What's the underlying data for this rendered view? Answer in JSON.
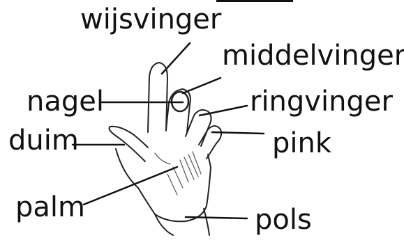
{
  "labels": {
    "wijsvinger": "wijsvinger",
    "middelvinger": "middelvinger",
    "nagel": "nagel",
    "ringvinger": "ringvinger",
    "duim": "duim",
    "pink": "pink",
    "palm": "palm",
    "pols": "pols"
  },
  "colors": {
    "ink": "#111111",
    "background": "#ffffff"
  }
}
